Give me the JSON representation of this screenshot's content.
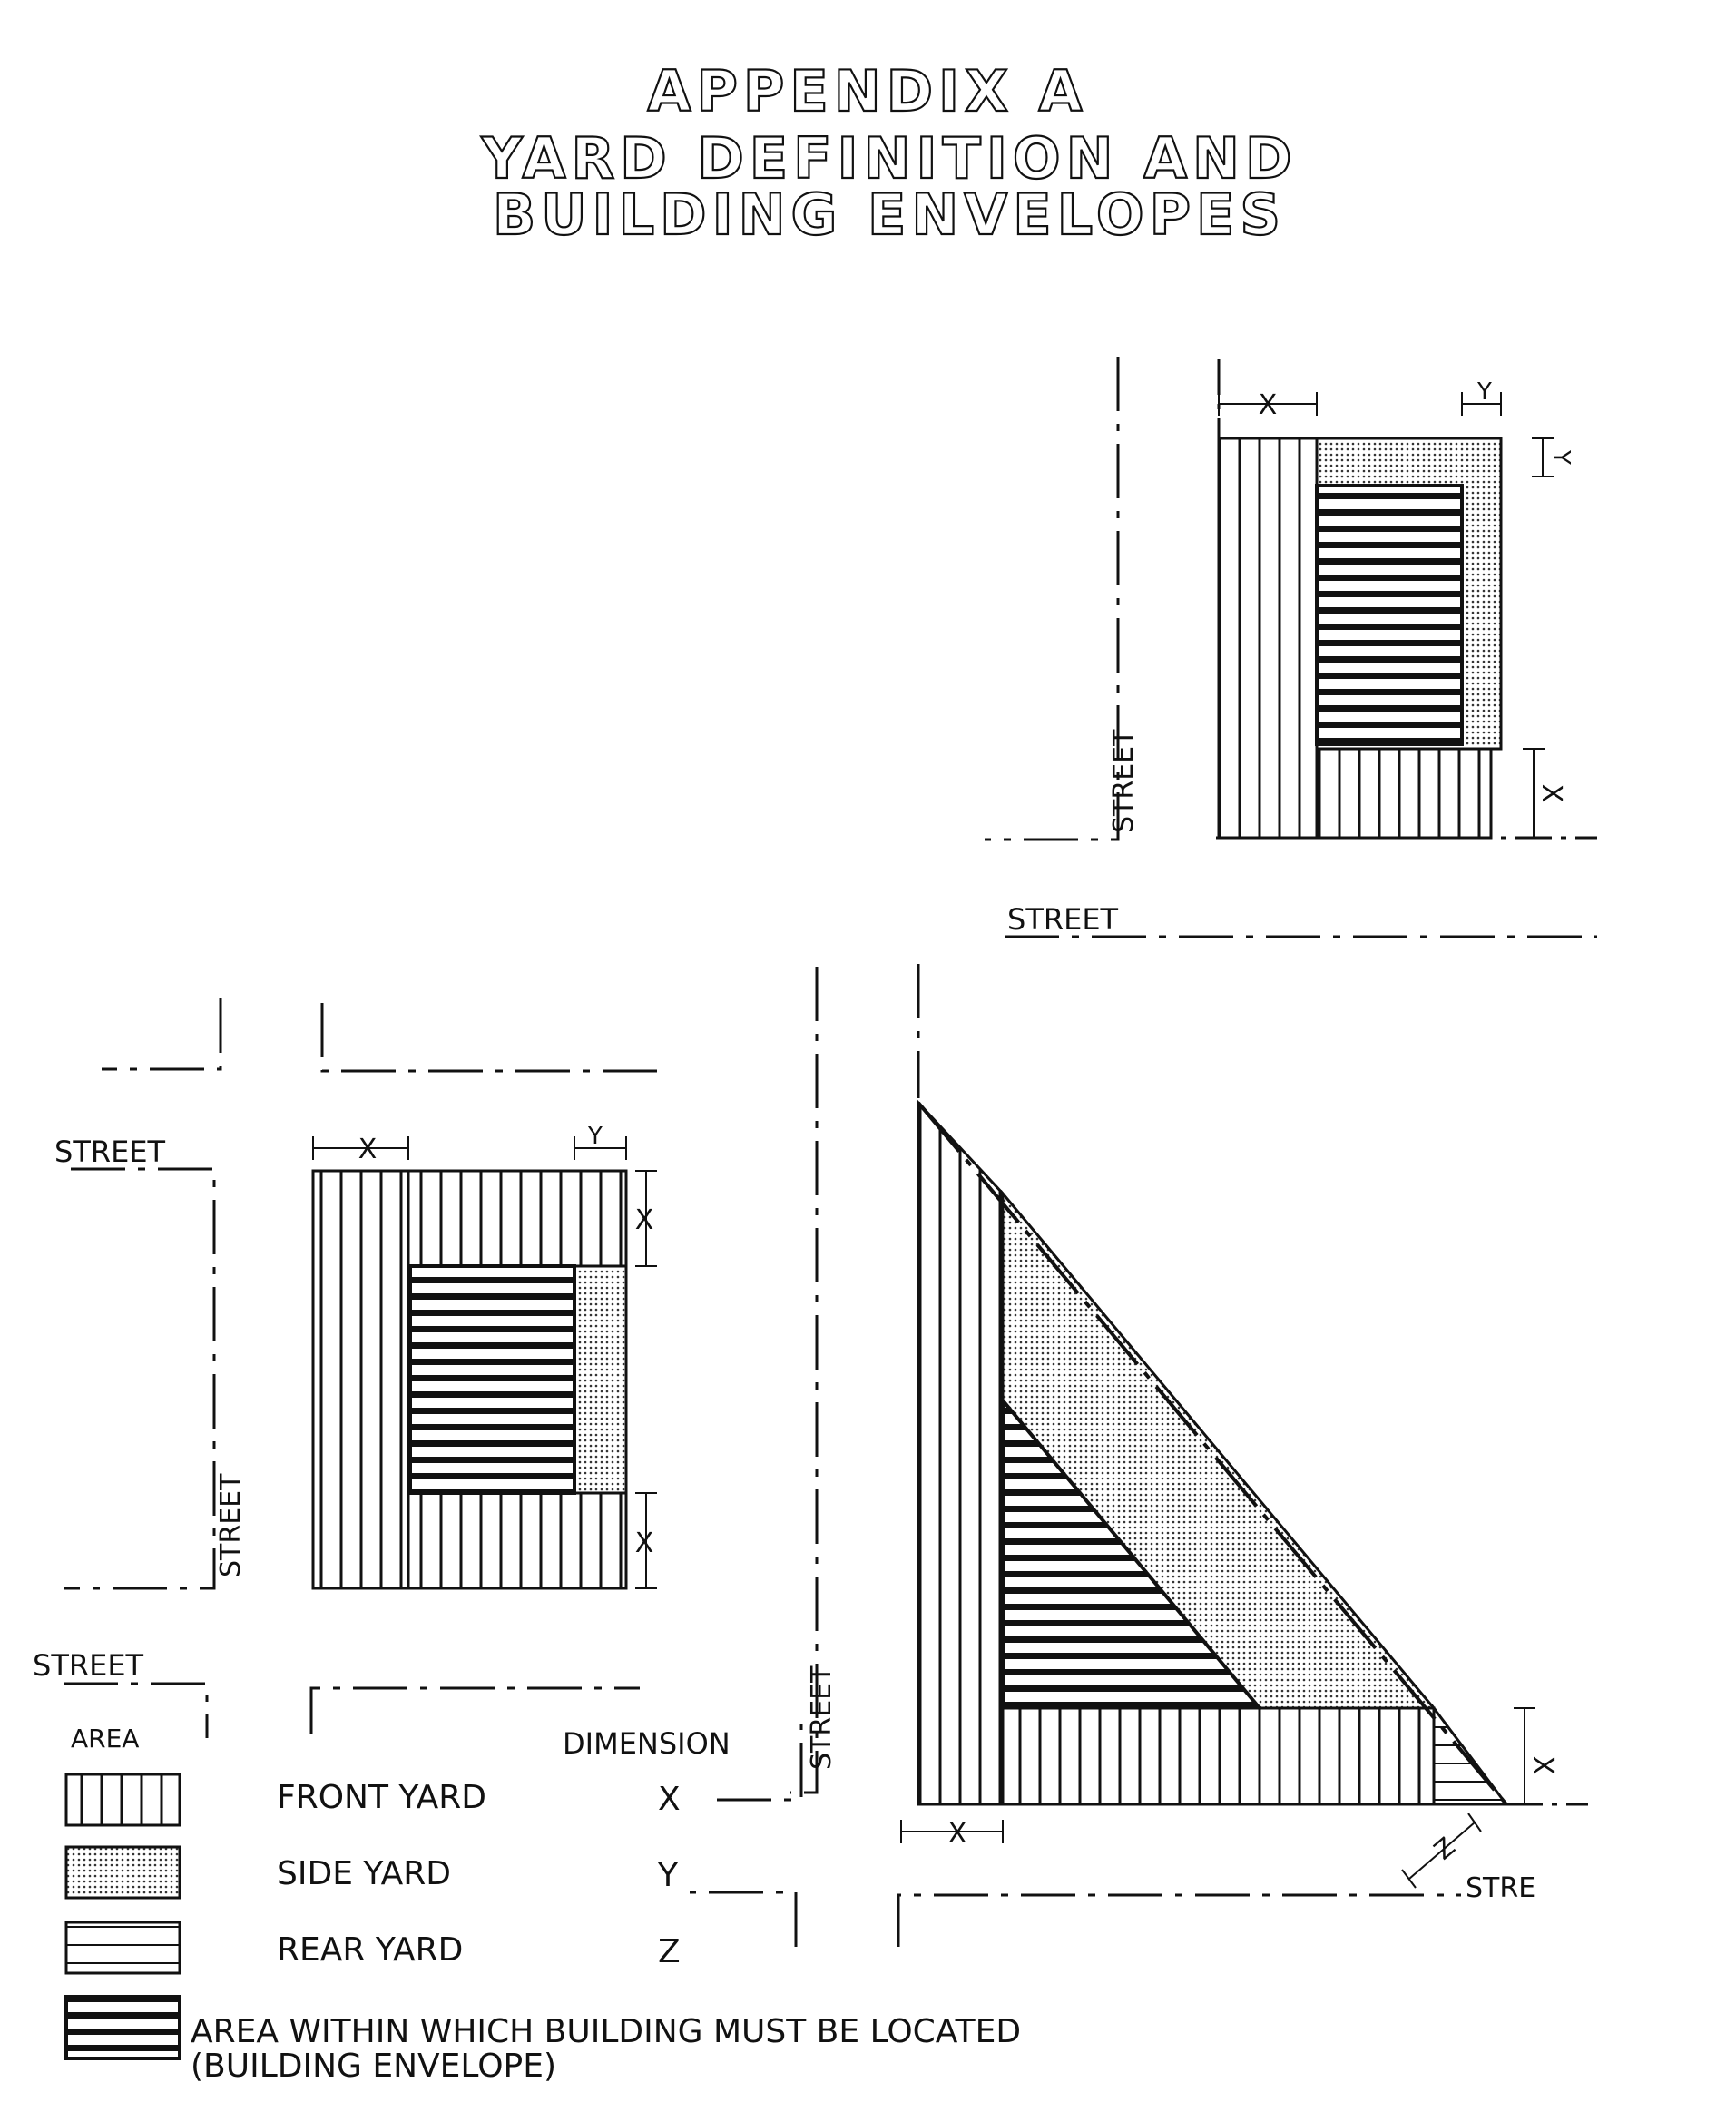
{
  "title": {
    "line1": "APPENDIX  A",
    "line2": "YARD  DEFINITION  AND",
    "line3": "BUILDING  ENVELOPES"
  },
  "street_label": "STREET",
  "street_partial": "STRE",
  "dim": {
    "x": "X",
    "y": "Y",
    "z": "Z"
  },
  "legend": {
    "area_header": "AREA",
    "dimension_header": "DIMENSION",
    "items": [
      {
        "label": "FRONT YARD",
        "dimension": "X"
      },
      {
        "label": "SIDE YARD",
        "dimension": "Y"
      },
      {
        "label": "REAR YARD",
        "dimension": "Z"
      },
      {
        "label": "AREA WITHIN WHICH BUILDING MUST BE LOCATED",
        "label2": "(BUILDING ENVELOPE)",
        "dimension": ""
      }
    ]
  }
}
